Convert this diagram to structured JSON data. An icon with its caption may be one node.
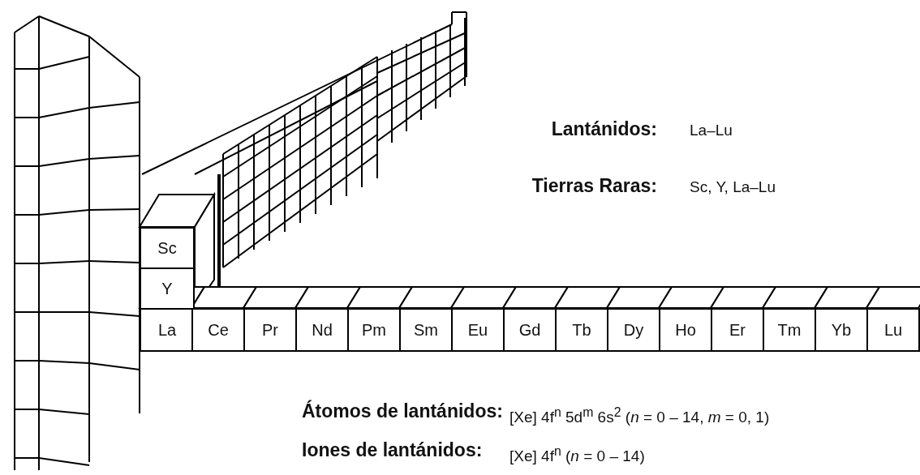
{
  "diagram": {
    "nodes": [
      {
        "text": [
          "Sc"
        ]
      },
      {
        "text": [
          "Y"
        ]
      },
      {
        "text": [
          "La"
        ]
      },
      {
        "text": [
          "Ce"
        ]
      },
      {
        "text": [
          "Pr"
        ]
      },
      {
        "text": [
          "Nd"
        ]
      },
      {
        "text": [
          "Pm"
        ]
      },
      {
        "text": [
          "Sm"
        ]
      },
      {
        "text": [
          "Eu"
        ]
      },
      {
        "text": [
          "Gd"
        ]
      },
      {
        "text": [
          "Tb"
        ]
      },
      {
        "text": [
          "Dy"
        ]
      },
      {
        "text": [
          "Ho"
        ]
      },
      {
        "text": [
          "Er"
        ]
      },
      {
        "text": [
          "Tm"
        ]
      },
      {
        "text": [
          "Yb"
        ]
      },
      {
        "text": [
          "Lu"
        ]
      }
    ],
    "labels": [
      "Lantánidos:",
      "La–Lu",
      "Tierras Raras:",
      "Sc, Y, La–Lu",
      "Átomos de lantánidos:",
      "[Xe] 4f$^{n}$ 5d$^{m}$ 6s$^{2}$ (*n* = 0 – 14, *m* = 0, 1)",
      "Iones de lantánidos:",
      "[Xe] 4f$^{n}$ (*n* = 0 – 14)"
    ]
  }
}
